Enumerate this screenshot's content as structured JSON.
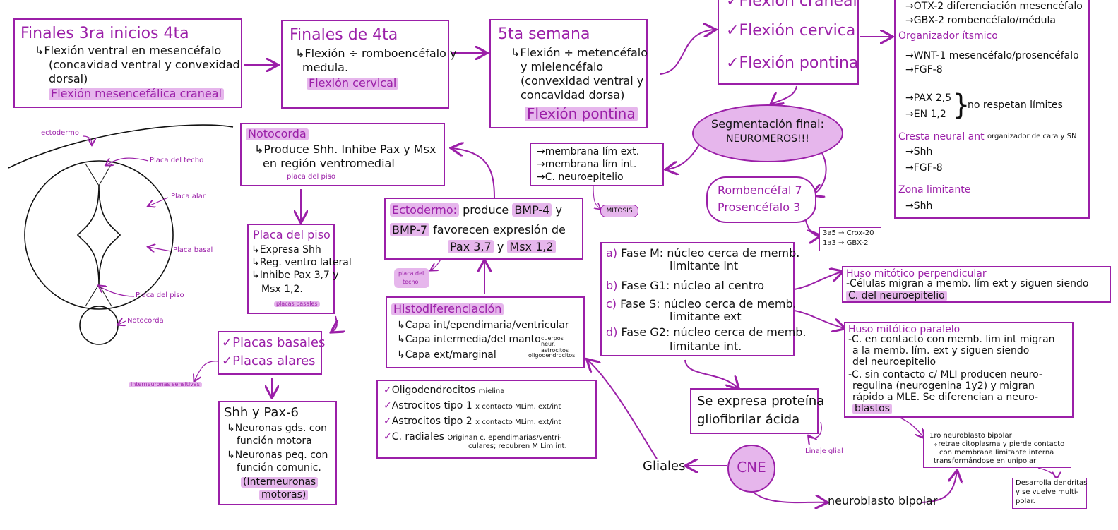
{
  "colors": {
    "accent": "#9b1fa8",
    "highlight": "#e6b6ec",
    "ink": "#111111"
  },
  "box1": {
    "title": "Finales 3ra inicios 4ta",
    "lines": [
      "Flexión ventral en mesencéfalo",
      "(concavidad ventral y convexidad",
      "dorsal)"
    ],
    "hl": "Flexión mesencefálica craneal"
  },
  "box2": {
    "title": "Finales de 4ta",
    "lines": [
      "Flexión ÷ romboencéfalo y",
      "medula."
    ],
    "hl": "Flexión cervical"
  },
  "box3": {
    "title": "5ta semana",
    "lines": [
      "Flexión ÷ metencéfalo",
      "y mielencéfalo",
      "(convexidad ventral y",
      "concavidad dorsa)"
    ],
    "hl": "Flexión pontina"
  },
  "box4": {
    "items": [
      "Flexión craneal",
      "Flexión cervical",
      "Flexión pontina"
    ]
  },
  "box5": {
    "lines": [
      "→OTX-2 diferenciación mesencéfalo",
      "→GBX-2 rombencéfalo/médula"
    ],
    "org": "Organizador ítsmico",
    "org_lines": [
      "→WNT-1 mesencéfalo/prosencéfalo",
      "→FGF-8"
    ],
    "pax": "→PAX 2,5",
    "en": "→EN 1,2",
    "pax_note": "no respetan límites",
    "cresta": "Cresta neural ant",
    "cresta_note": "organizador de cara y SN",
    "cresta_lines": [
      "→Shh",
      "→FGF-8"
    ],
    "zona": "Zona limitante",
    "zona_lines": [
      "→Shh"
    ]
  },
  "segmentacion": {
    "line1": "Segmentación final:",
    "line2": "NEUROMEROS!!!"
  },
  "cloud": {
    "line1": "Rombencéfal 7",
    "line2": "Prosencéfalo 3"
  },
  "cloud_note": {
    "line1": "3a5 → Crox-20",
    "line2": "1a3 → GBX-2"
  },
  "membranas": {
    "items": [
      "→membrana lím ext.",
      "→membrana lím int.",
      "→C. neuroepitelio"
    ]
  },
  "mitosis": "MITOSIS",
  "fases": {
    "items": [
      {
        "k": "a)",
        "name": "Fase M:",
        "l1": "núcleo cerca de memb.",
        "l2": "limitante int"
      },
      {
        "k": "b)",
        "name": "Fase G1:",
        "l1": "núcleo al centro",
        "l2": ""
      },
      {
        "k": "c)",
        "name": "Fase S:",
        "l1": "núcleo cerca de memb.",
        "l2": "limitante ext"
      },
      {
        "k": "d)",
        "name": "Fase G2:",
        "l1": "núcleo cerca de memb.",
        "l2": "limitante int."
      }
    ]
  },
  "huso_perp": {
    "title": "Huso mitótico perpendicular",
    "l1": "-Células migran a memb. lím ext y siguen siendo",
    "l2": "C. del neuroepitelio"
  },
  "huso_par": {
    "title": "Huso mitótico paralelo",
    "lines": [
      "-C. en contacto con memb. lim int migran",
      "a la memb. lím. ext y siguen siendo",
      "del neuroepitelio",
      "-C. sin contacto c/ MLI producen neuro-",
      "regulina (neurogenina 1y2) y migran",
      "rápido a MLE. Se diferencian a neuro-",
      "blastos"
    ]
  },
  "neuroblasto": {
    "lines": [
      "1ro neuroblasto bipolar",
      "↳retrae citoplasma y pierde contacto",
      "con membrana limitante interna",
      "transformándose en unipolar"
    ]
  },
  "dendritas": {
    "lines": [
      "Desarrolla dendritas",
      "y se vuelve multi-",
      "polar."
    ]
  },
  "proteina": {
    "line1": "Se expresa proteína",
    "line2": "gliofibrilar ácida"
  },
  "linaje": "Linaje glial",
  "cne": "CNE",
  "gliales": "Gliales",
  "neuroblasto_bipolar": "neuroblasto bipolar",
  "glia_list": {
    "items": [
      {
        "name": "Oligodendrocitos",
        "note": "mielina"
      },
      {
        "name": "Astrocitos tipo 1",
        "note": "x contacto MLim. ext/int"
      },
      {
        "name": "Astrocitos tipo 2",
        "note": "x contacto MLim. ext/int"
      },
      {
        "name": "C. radiales",
        "note": "Originan c. ependimarias/ventri-"
      }
    ],
    "note_extra": "culares; recubren M Lim int."
  },
  "histo": {
    "title": "Histodiferenciación",
    "lines": [
      "Capa int/ependimaria/ventricular",
      "Capa intermedia/del manto",
      "Capa ext/marginal"
    ],
    "note2": "cuerpos neur. astrocitos",
    "note3": "oligodendrocitos"
  },
  "ectodermo_box": {
    "title": "Ectodermo:",
    "t1": "produce",
    "bmp4": "BMP-4",
    "y": "y",
    "bmp7": "BMP-7",
    "t2": "favorecen expresión de",
    "pax": "Pax 3,7",
    "y2": "y",
    "msx": "Msx 1,2"
  },
  "placa_techo_note": {
    "line1": "placa del",
    "line2": "techo"
  },
  "notocorda": {
    "title": "Notocorda",
    "l1": "Produce Shh. Inhibe Pax y Msx",
    "l2": "en región ventromedial",
    "note": "placa del piso"
  },
  "placa_piso": {
    "title": "Placa del piso",
    "lines": [
      "Expresa Shh",
      "Reg. ventro lateral",
      "Inhibe Pax 3,7 y",
      "Msx 1,2."
    ],
    "note": "placas basales"
  },
  "placas": {
    "items": [
      "Placas basales",
      "Placas alares"
    ]
  },
  "interneuronas": "interneuronas sensitivas",
  "shh": {
    "title": "Shh y Pax-6",
    "l1": "Neuronas gds. con",
    "l2": "función motora",
    "l3": "Neuronas peq. con",
    "l4": "función comunic.",
    "hl1": "(Interneuronas",
    "hl2": "motoras)"
  },
  "diagram": {
    "ectodermo": "ectodermo",
    "techo": "Placa del techo",
    "alar": "Placa alar",
    "basal": "Placa basal",
    "piso": "Placa del piso",
    "notocorda": "Notocorda"
  }
}
